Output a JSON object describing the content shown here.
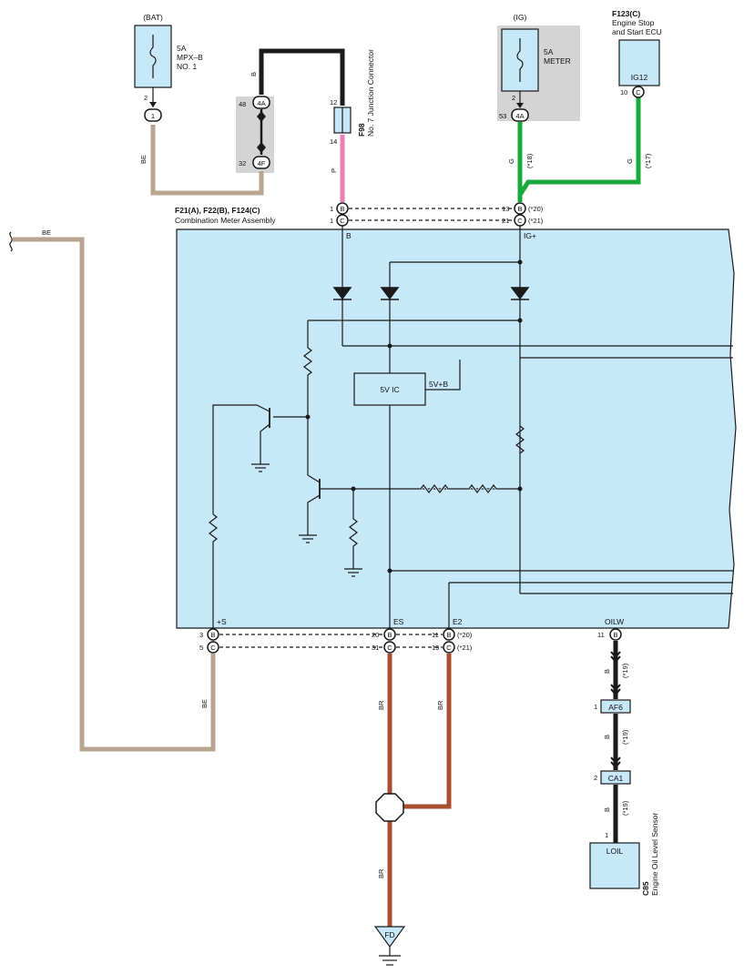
{
  "colors": {
    "meter_fill": "#c6e8f8",
    "relay_fill": "#d4d4d4",
    "wire_black": "#1a1a1a",
    "wire_beige": "#b9a58f",
    "wire_pink": "#ec7fb2",
    "wire_green": "#19a83a",
    "wire_brown": "#a84d2d"
  },
  "fuse_bat": {
    "source": "(BAT)",
    "rating": "5A",
    "name": "MPX–B",
    "no": "NO. 1",
    "pin": "2",
    "conn": "1"
  },
  "fuse_ig": {
    "source": "(IG)",
    "rating": "5A",
    "name": "METER",
    "pin": "2",
    "pin2": "53",
    "conn": "4A"
  },
  "relay_block": {
    "top_pin": "48",
    "top_conn": "4A",
    "bottom_pin": "32",
    "bottom_conn": "4F"
  },
  "junction": {
    "id": "F98",
    "name": "No. 7 Junction Connector",
    "top_pin": "12",
    "bottom_pin": "14"
  },
  "ecu": {
    "id": "F123(C)",
    "name_line1": "Engine Stop",
    "name_line2": "and Start ECU",
    "terminal": "IG12",
    "pin": "10",
    "conn": "C"
  },
  "meter": {
    "ids": "F21(A), F22(B), F124(C)",
    "name": "Combination Meter Assembly",
    "ic_label": "5V IC",
    "v5_label": "5V+B",
    "term_b": "B",
    "term_ig": "IG+",
    "term_s": "+S",
    "term_es": "ES",
    "term_e2": "E2",
    "term_oilw": "OILW"
  },
  "top_pins": [
    {
      "pin": "1",
      "conn": "B"
    },
    {
      "pin": "1",
      "conn": "C"
    },
    {
      "pin": "13",
      "conn": "B",
      "note": "(*20)"
    },
    {
      "pin": "21",
      "conn": "C",
      "note": "(*21)"
    }
  ],
  "bottom_pins": [
    {
      "pin": "3",
      "conn": "B"
    },
    {
      "pin": "5",
      "conn": "C"
    },
    {
      "pin": "20",
      "conn": "B"
    },
    {
      "pin": "31",
      "conn": "C"
    },
    {
      "pin": "11",
      "conn": "B",
      "note": "(*20)"
    },
    {
      "pin": "19",
      "conn": "C",
      "note": "(*21)"
    },
    {
      "pin": "11",
      "conn": "B"
    }
  ],
  "wires": {
    "be": "BE",
    "b": "B",
    "p": "P",
    "g": "G",
    "br": "BR",
    "note18": "(*18)",
    "note17": "(*17)",
    "note19": "(*19)"
  },
  "af6": {
    "pin": "1",
    "label": "AF6"
  },
  "ca1": {
    "pin": "2",
    "label": "CA1"
  },
  "sensor": {
    "id": "C85",
    "name": "Engine Oil Level Sensor",
    "pin": "1",
    "label": "LOIL"
  },
  "ground": {
    "label": "FD"
  }
}
